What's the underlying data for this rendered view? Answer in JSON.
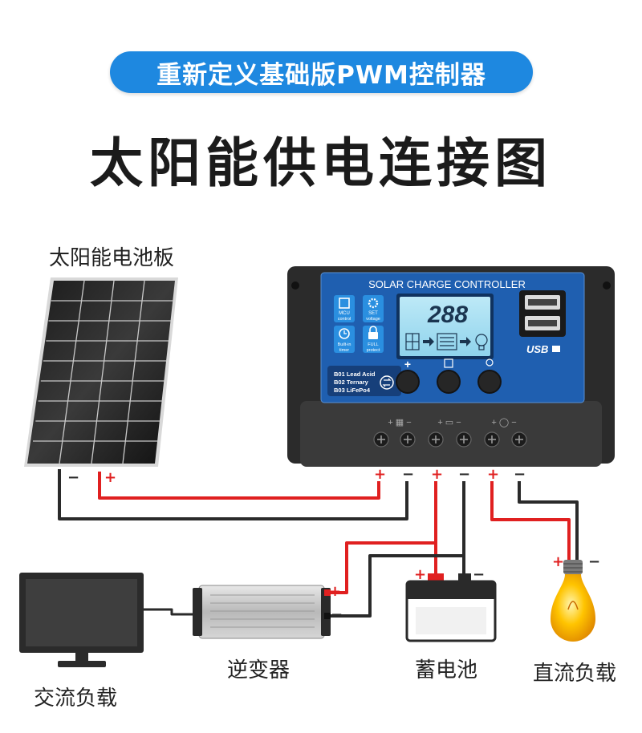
{
  "header": {
    "badge_text": "重新定义基础版PWM控制器",
    "title": "太阳能供电连接图"
  },
  "labels": {
    "solar_panel": "太阳能电池板",
    "inverter": "逆变器",
    "battery": "蓄电池",
    "dc_load": "直流负载",
    "ac_load": "交流负载"
  },
  "controller": {
    "title": "SOLAR CHARGE CONTROLLER",
    "display_value": "288",
    "usb_label": "USB",
    "feature_mcu": [
      "MCU",
      "control"
    ],
    "feature_set": [
      "SET",
      "voltage"
    ],
    "feature_timer": [
      "Built-in",
      "timer"
    ],
    "feature_protect": [
      "FULL",
      "protect"
    ],
    "battery_types": [
      "B01 Lead Acid",
      "B02 Ternary",
      "B03 LiFePo4"
    ],
    "button_plus": "+",
    "terminal_marks": [
      "+",
      "−",
      "+",
      "−",
      "+",
      "−"
    ]
  },
  "polarity": {
    "plus": "+",
    "minus": "−"
  },
  "colors": {
    "badge_blue": "#1e88e0",
    "controller_blue": "#1f5fb0",
    "wire_red": "#e02020",
    "wire_black": "#2a2a2a",
    "bulb_yellow": "#f5b400"
  }
}
